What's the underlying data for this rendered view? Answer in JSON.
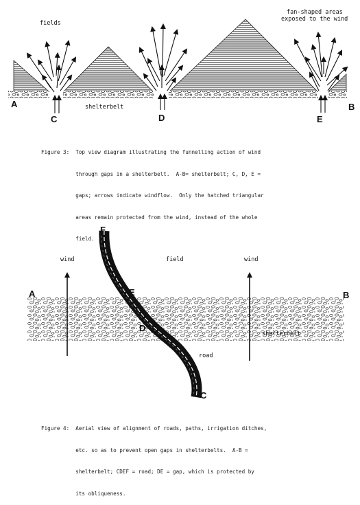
{
  "figure3": {
    "labels": {
      "fields": "fields",
      "fan_areas_line1": "fan-shaped areas",
      "fan_areas_line2": "exposed to the wind",
      "shelterbelt": "shelterbelt",
      "A": "A",
      "B": "B",
      "C": "C",
      "D": "D",
      "E": "E"
    },
    "caption_lines": [
      "Figure 3:  Top view diagram illustrating the funnelling action of wind",
      "           through gaps in a shelterbelt.  A-B= shelterbelt; C, D, E =",
      "           gaps; arrows indicate windflow.  Only the hatched triangular",
      "           areas remain protected from the wind, instead of the whole",
      "           field."
    ]
  },
  "figure4": {
    "labels": {
      "wind_left": "wind",
      "field": "field",
      "wind_right": "wind",
      "shelterbelt": "shelterbelt",
      "road": "road",
      "A": "A",
      "B": "B",
      "C": "C",
      "D": "D",
      "E": "E",
      "F": "F"
    },
    "caption_lines": [
      "Figure 4:  Aerial view of alignment of roads, paths, irrigation ditches,",
      "           etc. so as to prevent open gaps in shelterbelts.  A-B =",
      "           shelterbelt; CDEF = road; DE = gap, which is protected by",
      "           its obliqueness."
    ]
  }
}
